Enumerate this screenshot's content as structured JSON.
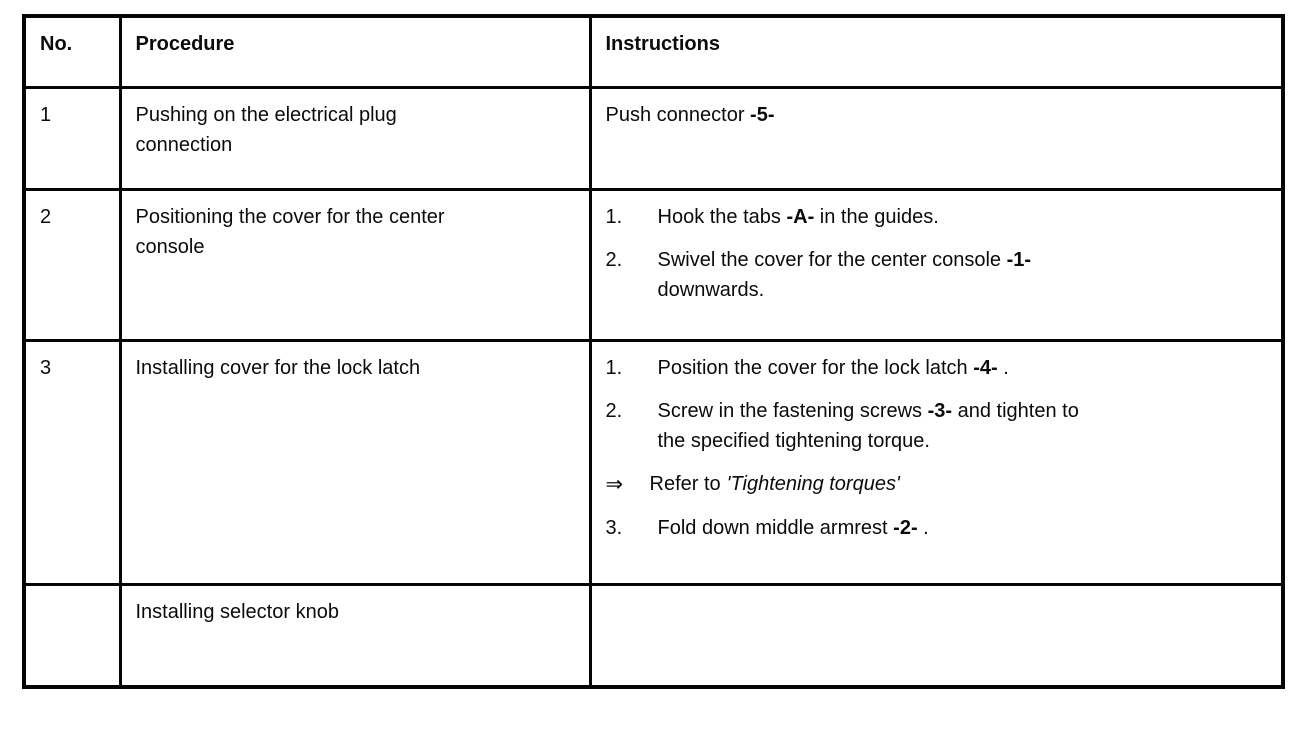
{
  "table": {
    "columns": [
      {
        "label": "No."
      },
      {
        "label": "Procedure"
      },
      {
        "label": "Instructions"
      }
    ],
    "rows": [
      {
        "no": "1",
        "procedure": "Pushing on the electrical plug connection",
        "instructions": [
          {
            "marker": "",
            "segments": [
              {
                "text": "Push connector ",
                "style": "plain"
              },
              {
                "text": "-5-",
                "style": "bold"
              }
            ]
          }
        ]
      },
      {
        "no": "2",
        "procedure": "Positioning the cover for the center console",
        "instructions": [
          {
            "marker": "1.",
            "segments": [
              {
                "text": "Hook the tabs ",
                "style": "plain"
              },
              {
                "text": "-A-",
                "style": "bold"
              },
              {
                "text": " in the guides.",
                "style": "plain"
              }
            ]
          },
          {
            "marker": "2.",
            "segments": [
              {
                "text": "Swivel the cover for the center console ",
                "style": "plain"
              },
              {
                "text": "-1-",
                "style": "bold"
              },
              {
                "text": " downwards.",
                "style": "plain"
              }
            ]
          }
        ]
      },
      {
        "no": "3",
        "procedure": "Installing cover for the lock latch",
        "instructions": [
          {
            "marker": "1.",
            "segments": [
              {
                "text": "Position the cover for the lock latch ",
                "style": "plain"
              },
              {
                "text": "-4-",
                "style": "bold"
              },
              {
                "text": " .",
                "style": "plain"
              }
            ]
          },
          {
            "marker": "2.",
            "segments": [
              {
                "text": "Screw in the fastening screws ",
                "style": "plain"
              },
              {
                "text": "-3-",
                "style": "bold"
              },
              {
                "text": " and tighten to the specified tightening torque.",
                "style": "plain"
              }
            ]
          },
          {
            "marker": "⇒",
            "segments": [
              {
                "text": "Refer to",
                "style": "plain"
              },
              {
                "text": "'Tightening torques'",
                "style": "italic"
              }
            ]
          },
          {
            "marker": "3.",
            "segments": [
              {
                "text": "Fold down middle armrest ",
                "style": "plain"
              },
              {
                "text": "-2-",
                "style": "bold"
              },
              {
                "text": " .",
                "style": "plain"
              }
            ]
          }
        ]
      },
      {
        "no": "",
        "procedure": "Installing selector knob",
        "instructions": []
      }
    ]
  }
}
